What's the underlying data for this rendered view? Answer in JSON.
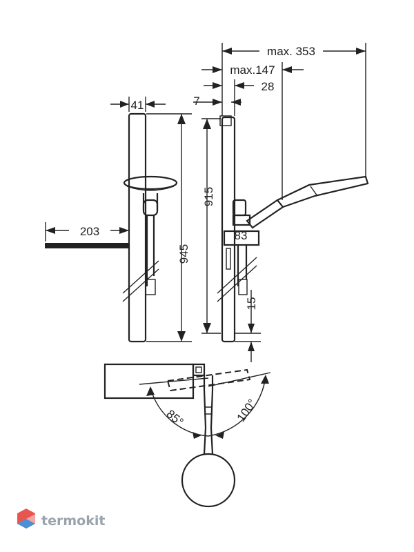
{
  "dimensions": {
    "max_353": "max. 353",
    "max_147": "max.147",
    "d28": "28",
    "d7": "7",
    "d41": "41",
    "d915": "915",
    "d945": "945",
    "d203": "203",
    "d83": "83",
    "d15": "15",
    "angle_85": "85°",
    "angle_100": "100°"
  },
  "brand": {
    "name": "termokit"
  },
  "colors": {
    "line": "#222222",
    "brand_text": "#9aa3ad",
    "logo_red": "#e8574f",
    "logo_blue": "#4a90d9"
  }
}
